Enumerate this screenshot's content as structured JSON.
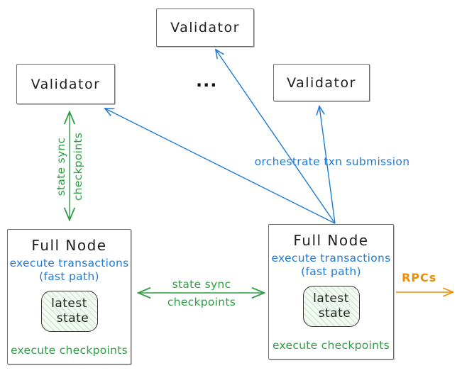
{
  "colors": {
    "blue": "#1f7ad4",
    "green": "#2f9e44",
    "orange": "#f08c00",
    "box_border": "#6b6b6b",
    "ink": "#1e1e1e"
  },
  "validators": {
    "top": "Validator",
    "left": "Validator",
    "right": "Validator",
    "ellipsis": "..."
  },
  "full_node_left": {
    "title": "Full Node",
    "exec_line1": "execute transactions",
    "exec_line2": "(fast path)",
    "state_word1": "latest",
    "state_word2": "state",
    "footer": "execute checkpoints"
  },
  "full_node_right": {
    "title": "Full Node",
    "exec_line1": "execute transactions",
    "exec_line2": "(fast path)",
    "state_word1": "latest",
    "state_word2": "state",
    "footer": "execute checkpoints"
  },
  "edge_labels": {
    "vertical_sync_word1": "state sync",
    "vertical_sync_word2": "checkpoints",
    "horizontal_sync_word1": "state sync",
    "horizontal_sync_word2": "checkpoints",
    "orchestrate": "orchestrate txn submission",
    "rpcs": "RPCs"
  }
}
